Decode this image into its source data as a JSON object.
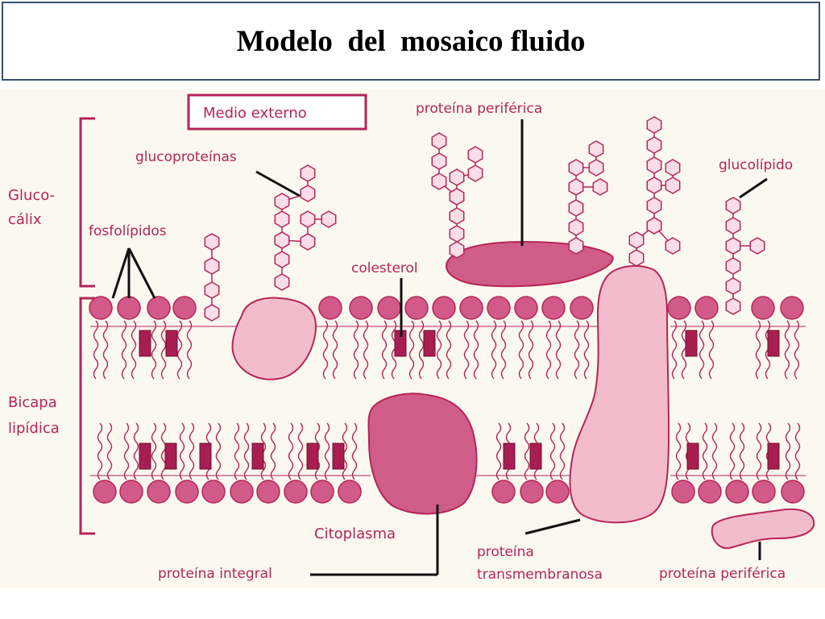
{
  "title": "Modelo  del  mosaico fluido",
  "colors": {
    "membrane": "#d25a88",
    "dark": "#b52558",
    "light_protein": "#f3bccd",
    "dark_protein": "#cf5d87",
    "background": "#fbf8f0",
    "title_border": "#3a4f6e"
  },
  "labels": {
    "medio_externo": "Medio externo",
    "citoplasma": "Citoplasma",
    "glucocalix_line1": "Gluco-",
    "glucocalix_line2": "cálix",
    "bicapa_line1": "Bicapa",
    "bicapa_line2": "lipídica",
    "glucoproteinas": "glucoproteínas",
    "fosfolipidos": "fosfolípidos",
    "colesterol": "colesterol",
    "proteina_periferica_top": "proteína periférica",
    "glucolipido": "glucolípido",
    "proteina_integral": "proteína integral",
    "proteina_trans_line1": "proteína",
    "proteina_trans_line2": "transmembranosa",
    "proteina_periferica_bottom": "proteína periférica"
  }
}
